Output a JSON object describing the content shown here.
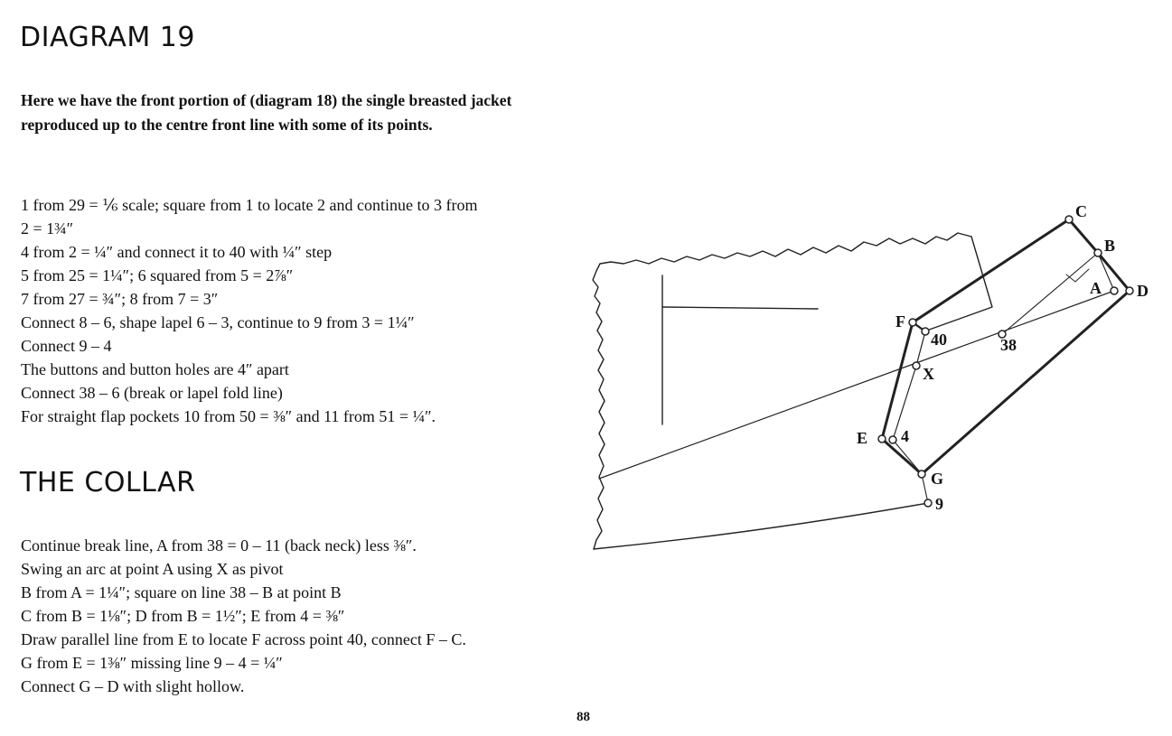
{
  "heading": "DIAGRAM 19",
  "intro": [
    "Here we have the front portion of (diagram 18) the single breasted jacket",
    "reproduced up to the centre front line with some of its points."
  ],
  "construction_steps": [
    "1 from 29 = ⅙ scale; square from 1 to locate 2 and continue to 3 from",
    "2 = 1¾″",
    "4 from 2 = ¼″ and connect it to 40 with ¼″ step",
    "5 from 25 = 1¼″; 6 squared from 5 = 2⅞″",
    "7 from 27 = ¾″; 8 from 7 = 3″",
    "Connect 8 – 6, shape lapel 6 – 3, continue to 9 from 3 = 1¼″",
    "Connect 9 – 4",
    "The buttons and button holes are 4″ apart",
    "Connect 38 – 6 (break or lapel fold line)",
    "For straight flap pockets 10 from 50 = ⅜″ and 11 from 51 = ¼″."
  ],
  "collar_heading": "THE COLLAR",
  "collar_steps": [
    "Continue break line, A from 38 = 0 – 11 (back neck) less ⅜″.",
    "Swing an arc at point A using X as pivot",
    "B from A = 1¼″; square on line 38 – B at point B",
    "C from B = 1⅛″; D from B = 1½″; E from 4 = ⅜″",
    "Draw parallel line from E to locate F across point 40, connect F – C.",
    "G from E = 1⅜″ missing line 9 – 4 = ¼″",
    "Connect G – D with slight hollow."
  ],
  "diagram_points": {
    "C": "C",
    "B": "B",
    "A": "A",
    "D": "D",
    "F": "F",
    "p40": "40",
    "p38": "38",
    "X": "X",
    "E": "E",
    "p4": "4",
    "G": "G",
    "p9": "9"
  },
  "page_number": "88"
}
